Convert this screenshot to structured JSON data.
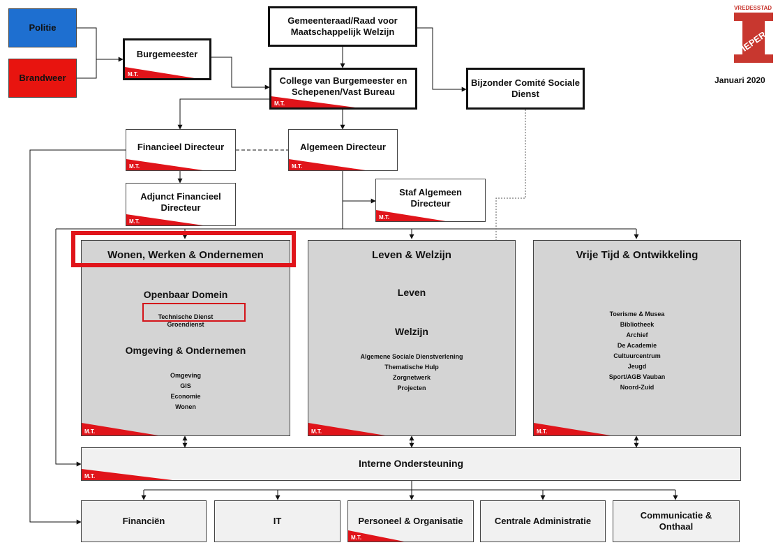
{
  "header": {
    "date_label": "Januari 2020",
    "logo": {
      "top_text": "VREDESSTAD",
      "letter": "I",
      "word": "IEPER",
      "color": "#c8372f"
    }
  },
  "colors": {
    "politie": "#1e6fd0",
    "brandweer": "#e8140f",
    "mt_flag": "#e0141a",
    "highlight": "#e0141a",
    "panel": "#d4d4d4"
  },
  "mt_label": "M.T.",
  "boxes": {
    "politie": "Politie",
    "brandweer": "Brandweer",
    "burgemeester": "Burgemeester",
    "gemeenteraad": "Gemeenteraad/Raad voor Maatschappelijk Welzijn",
    "college": "College van Burgemeester en Schepenen/Vast Bureau",
    "bijzonder_comite": "Bijzonder Comité Sociale Dienst",
    "financieel_directeur": "Financieel Directeur",
    "algemeen_directeur": "Algemeen Directeur",
    "adjunct_financieel": "Adjunct Financieel Directeur",
    "staf_algemeen": "Staf Algemeen Directeur"
  },
  "domains": {
    "wonen": {
      "title": "Wonen, Werken & Ondernemen",
      "sections": [
        {
          "name": "Openbaar Domein",
          "items": [
            "Technische Dienst",
            "Groendienst"
          ]
        },
        {
          "name": "Omgeving & Ondernemen",
          "items": [
            "Omgeving",
            "GIS",
            "Economie",
            "Wonen"
          ]
        }
      ]
    },
    "leven": {
      "title": "Leven & Welzijn",
      "sections": [
        {
          "name": "Leven",
          "items": []
        },
        {
          "name": "Welzijn",
          "items": [
            "Algemene Sociale Dienstverlening",
            "Thematische Hulp",
            "Zorgnetwerk",
            "Projecten"
          ]
        }
      ]
    },
    "vrije_tijd": {
      "title": "Vrije Tijd & Ontwikkeling",
      "items": [
        "Toerisme & Musea",
        "Bibliotheek",
        "Archief",
        "De Academie",
        "Cultuurcentrum",
        "Jeugd",
        "Sport/AGB Vauban",
        "Noord-Zuid"
      ]
    }
  },
  "interne_ondersteuning": "Interne Ondersteuning",
  "support_units": [
    "Financiën",
    "IT",
    "Personeel & Organisatie",
    "Centrale Administratie",
    "Communicatie & Onthaal"
  ]
}
